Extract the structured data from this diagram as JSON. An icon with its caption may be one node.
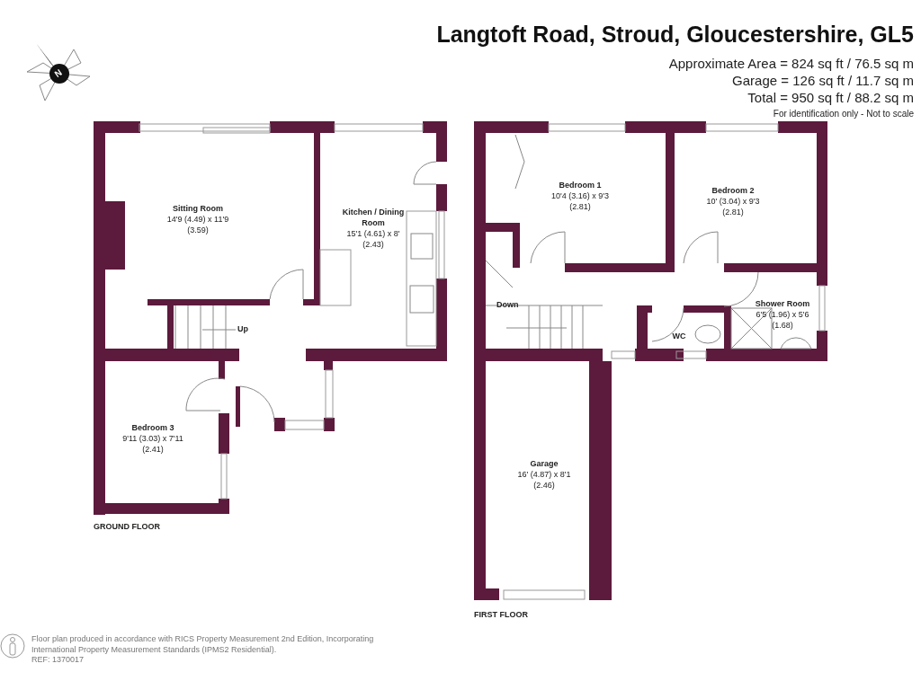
{
  "diagram": {
    "title": "Langtoft Road, Stroud, Gloucestershire, GL5",
    "nodes": [
      {
        "text": [
          "Sitting Room",
          "14'9 (4.49) x 11'9 (3.59)"
        ]
      },
      {
        "text": [
          "Kitchen / Dining Room",
          "15'1 (4.61) x 8' (2.43)"
        ]
      },
      {
        "text": [
          "Bedroom 3",
          "9'11 (3.03) x 7'11 (2.41)"
        ]
      },
      {
        "text": [
          "Bedroom 1",
          "10'4 (3.16) x 9'3 (2.81)"
        ]
      },
      {
        "text": [
          "Bedroom 2",
          "10' (3.04) x 9'3 (2.81)"
        ]
      },
      {
        "text": [
          "Shower Room",
          "6'5 (1.96) x 5'6 (1.68)"
        ]
      },
      {
        "text": [
          "WC"
        ]
      },
      {
        "text": [
          "Garage",
          "16' (4.87) x 8'1 (2.46)"
        ]
      }
    ],
    "edges": [],
    "labels": [
      "N",
      "Approximate Area = 824 sq ft / 76.5 sq m",
      "Garage = 126 sq ft / 11.7 sq m",
      "Total = 950 sq ft / 88.2 sq m",
      "For identification only - Not to scale",
      "Up",
      "Down",
      "GROUND FLOOR",
      "FIRST FLOOR",
      "Floor plan produced in accordance with RICS Property Measurement 2nd Edition, Incorporating International Property Measurement Standards (IPMS2 Residential).",
      "REF: 1370017"
    ]
  }
}
